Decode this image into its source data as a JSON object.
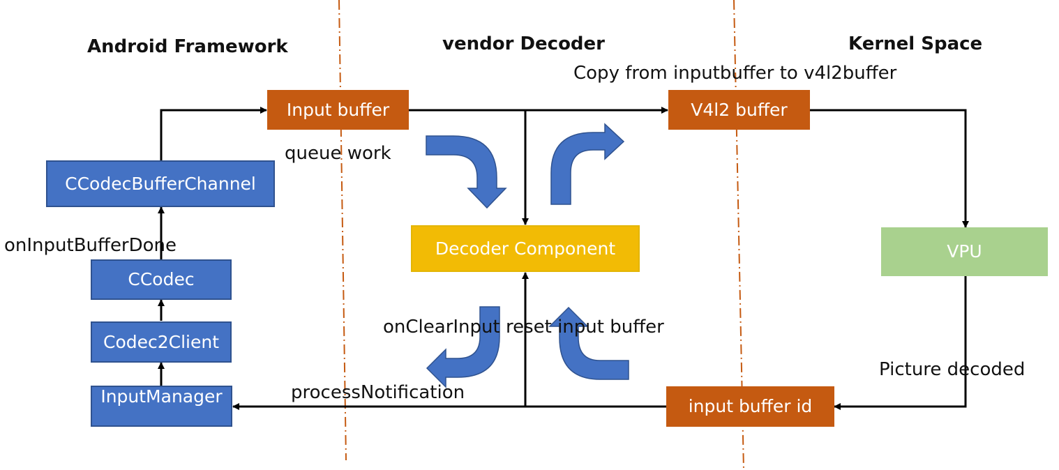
{
  "headers": {
    "android_framework": "Android Framework",
    "vendor_decoder": "vendor Decoder",
    "kernel_space": "Kernel Space"
  },
  "boxes": {
    "input_buffer": "Input buffer",
    "v4l2_buffer": "V4l2 buffer",
    "ccodec_buffer_channel": "CCodecBufferChannel",
    "ccodec": "CCodec",
    "codec2client": "Codec2Client",
    "input_manager": "InputManager",
    "decoder_component": "Decoder Component",
    "vpu": "VPU",
    "input_buffer_id": "input buffer id"
  },
  "labels": {
    "copy": "Copy from inputbuffer to v4l2buffer",
    "queue_work": "queue work",
    "on_input_buffer_done": "onInputBufferDone",
    "on_clear_input": "onClearInput reset input buffer",
    "process_notification": "processNotification",
    "picture_decoded": "Picture decoded"
  },
  "colors": {
    "framework_box": "#4472c4",
    "buffer_box": "#c55a11",
    "decoder_box": "#f2bb05",
    "vpu_box": "#a9d18e",
    "divider": "#c55a11",
    "curved_arrow": "#4472c4"
  }
}
